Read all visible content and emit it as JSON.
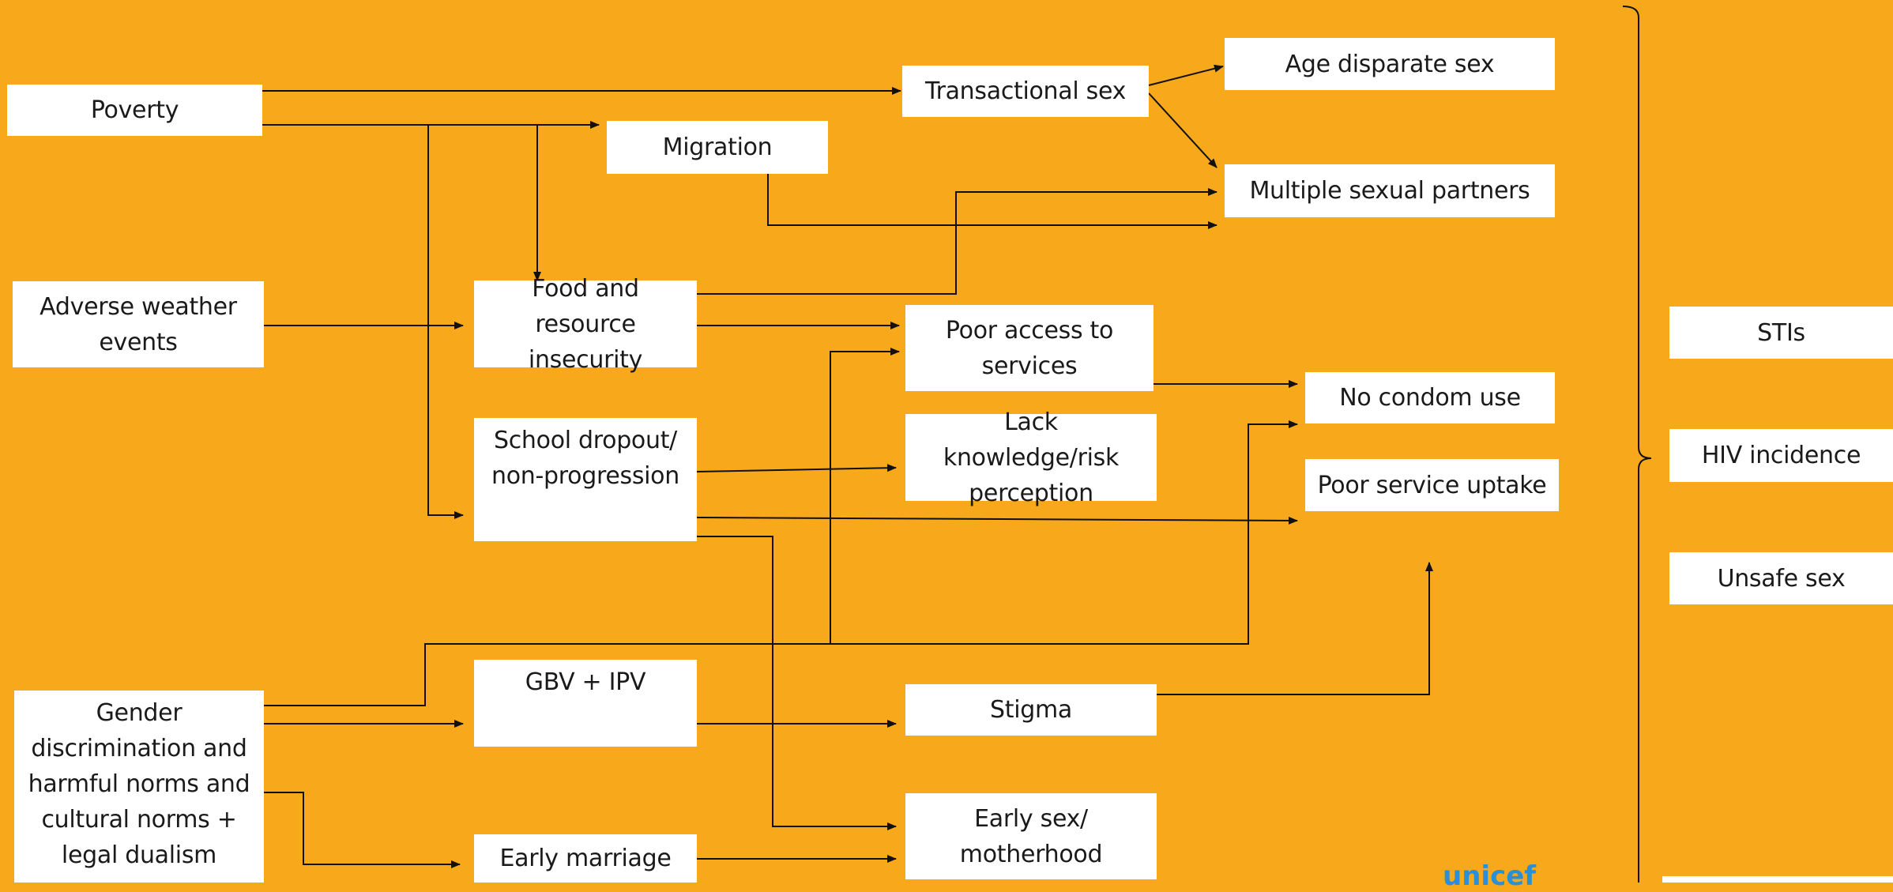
{
  "background_color": "#F7A81B",
  "nodes": {
    "poverty": "Poverty",
    "adverse_weather": "Adverse weather\nevents",
    "gender": "Gender\ndiscrimination and\nharmful norms and\ncultural norms +\nlegal dualism",
    "migration": "Migration",
    "food_insecurity": "Food and resource\ninsecurity",
    "school_dropout": "School dropout/\nnon-progression",
    "gbv_ipv": "GBV + IPV",
    "early_marriage": "Early marriage",
    "transactional_sex": "Transactional sex",
    "poor_access": "Poor access to\nservices",
    "lack_knowledge": "Lack knowledge/risk\nperception",
    "stigma": "Stigma",
    "early_sex": "Early sex/\nmotherhood",
    "age_disparate": "Age disparate sex",
    "multiple_partners": "Multiple sexual partners",
    "no_condom": "No condom use",
    "poor_uptake": "Poor service uptake",
    "stis": "STIs",
    "hiv_incidence": "HIV incidence",
    "unsafe_sex": "Unsafe sex"
  },
  "logo": {
    "icon_name": "unicef-logo-icon",
    "text": "unicef"
  }
}
